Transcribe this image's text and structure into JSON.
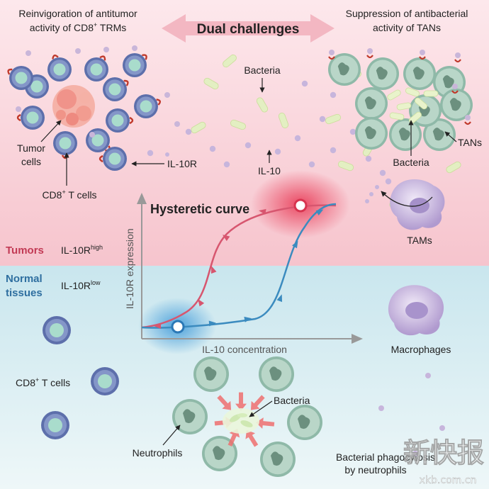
{
  "top": {
    "left_title_line1": "Reinvigoration of antitumor",
    "left_title_line2": "activity of CD8",
    "left_title_line2_tail": " TRMs",
    "center_title": "Dual challenges",
    "right_title_line1": "Suppression of antibacterial",
    "right_title_line2": "activity of TANs"
  },
  "labels": {
    "bacteria_top": "Bacteria",
    "tumor_cells_line1": "Tumor",
    "tumor_cells_line2": "cells",
    "il10r": "IL-10R",
    "il10": "IL-10",
    "cd8_t_cells_top": "CD8",
    "cd8_t_cells_top_tail": " T cells",
    "bacteria_right": "Bacteria",
    "tans": "TANs",
    "tams": "TAMs",
    "plus": "+"
  },
  "middle": {
    "tumors": "Tumors",
    "il10r_base": "IL-10R",
    "high": "high",
    "normal_line1": "Normal",
    "normal_line2": "tissues",
    "low": "low",
    "hysteretic_curve": "Hysteretic curve",
    "y_axis": "IL-10R expression",
    "x_axis": "IL-10 concentration"
  },
  "bottom": {
    "cd8_t_cells": "CD8",
    "cd8_t_cells_tail": " T cells",
    "macrophages": "Macrophages",
    "bacteria": "Bacteria",
    "neutrophils": "Neutrophils",
    "phago_line1": "Bacterial phagocytosis",
    "phago_line2": "by neutrophils"
  },
  "watermark": {
    "text": "新快报",
    "url": "xkb.com.cn"
  },
  "colors": {
    "tumor_bg": "#f7c9d0",
    "normal_bg": "#d6ecf0",
    "red_curve": "#d7566f",
    "blue_curve": "#3b8bbf",
    "cd8_cell": "#6f82b8",
    "neutrophil": "#8fb7a7",
    "macrophage": "#c7b5dc",
    "bacteria": "#dfeebc"
  }
}
